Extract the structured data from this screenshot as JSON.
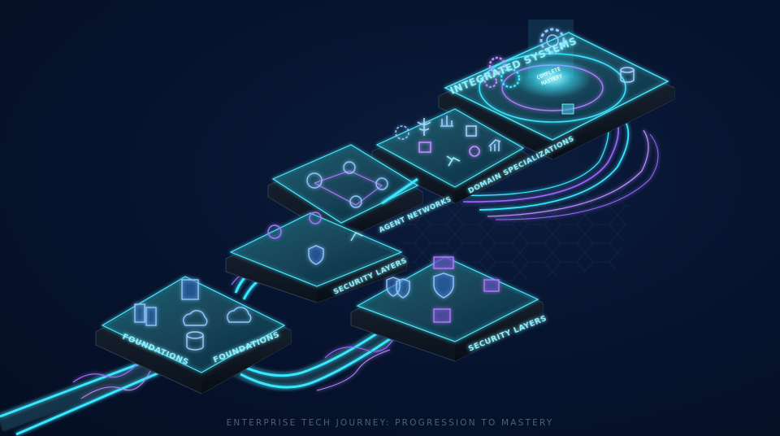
{
  "title": "Enterprise Tech Journey: Progression to Mastery",
  "caption": "ENTERPRISE TECH JOURNEY: PROGRESSION TO MASTERY",
  "colors": {
    "background": "#06112a",
    "cyan_glow": "#39e6ff",
    "violet_glow": "#9a6bff",
    "label_text": "#8ff3ff",
    "caption_text": "#4f5f78",
    "platform_edge": "#1b2a3a"
  },
  "stages": [
    {
      "id": "foundations",
      "label_left": "FOUNDATIONS",
      "label_right": "FOUNDATIONS",
      "icons": [
        "server-rack-icon",
        "server-rack-icon",
        "cloud-icon",
        "cloud-analytics-icon",
        "database-icon"
      ]
    },
    {
      "id": "security-layers-upper",
      "label": "SECURITY LAYERS",
      "icons": [
        "network-node-icon",
        "network-node-icon",
        "shield-network-icon",
        "robotic-arm-icon"
      ]
    },
    {
      "id": "security-layers-lower",
      "label": "SECURITY LAYERS",
      "icons": [
        "double-shield-icon",
        "shield-icon",
        "firewall-icon",
        "firewall-icon",
        "firewall-flame-icon"
      ]
    },
    {
      "id": "agent-networks",
      "label": "AGENT NETWORKS",
      "icons": [
        "agent-hub-icon",
        "agent-icon",
        "agent-icon",
        "agent-icon",
        "agent-icon"
      ]
    },
    {
      "id": "domain-specializations",
      "label": "DOMAIN SPECIALIZATIONS",
      "icons": [
        "gear-dashboard-icon",
        "caduceus-icon",
        "bar-chart-icon",
        "bank-icon",
        "document-gear-icon",
        "growth-chart-icon",
        "robotic-arm-icon",
        "people-gear-icon"
      ]
    },
    {
      "id": "integrated-systems",
      "label": "INTEGRATED SYSTEMS",
      "core_text": "COMPLETE MASTERY",
      "icons": [
        "gear-icon",
        "gears-cluster-icon",
        "database-icon",
        "core-hub-icon"
      ]
    }
  ]
}
